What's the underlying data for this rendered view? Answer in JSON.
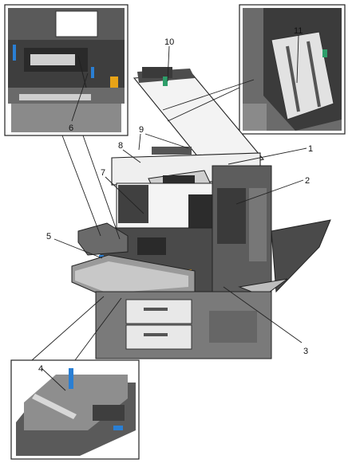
{
  "callouts": {
    "c1": "1",
    "c2": "2",
    "c3": "3",
    "c4": "4",
    "c5": "5",
    "c6": "6",
    "c7": "7",
    "c8": "8",
    "c9": "9",
    "c10": "10",
    "c11": "11"
  },
  "colors": {
    "body_dark": "#4a4a4a",
    "body_mid": "#8a8a8a",
    "panel_light": "#e9e9e9",
    "accent_blue": "#2a7fd4",
    "accent_orange": "#e8a317",
    "accent_green": "#2e9e6a",
    "line": "#222222"
  }
}
